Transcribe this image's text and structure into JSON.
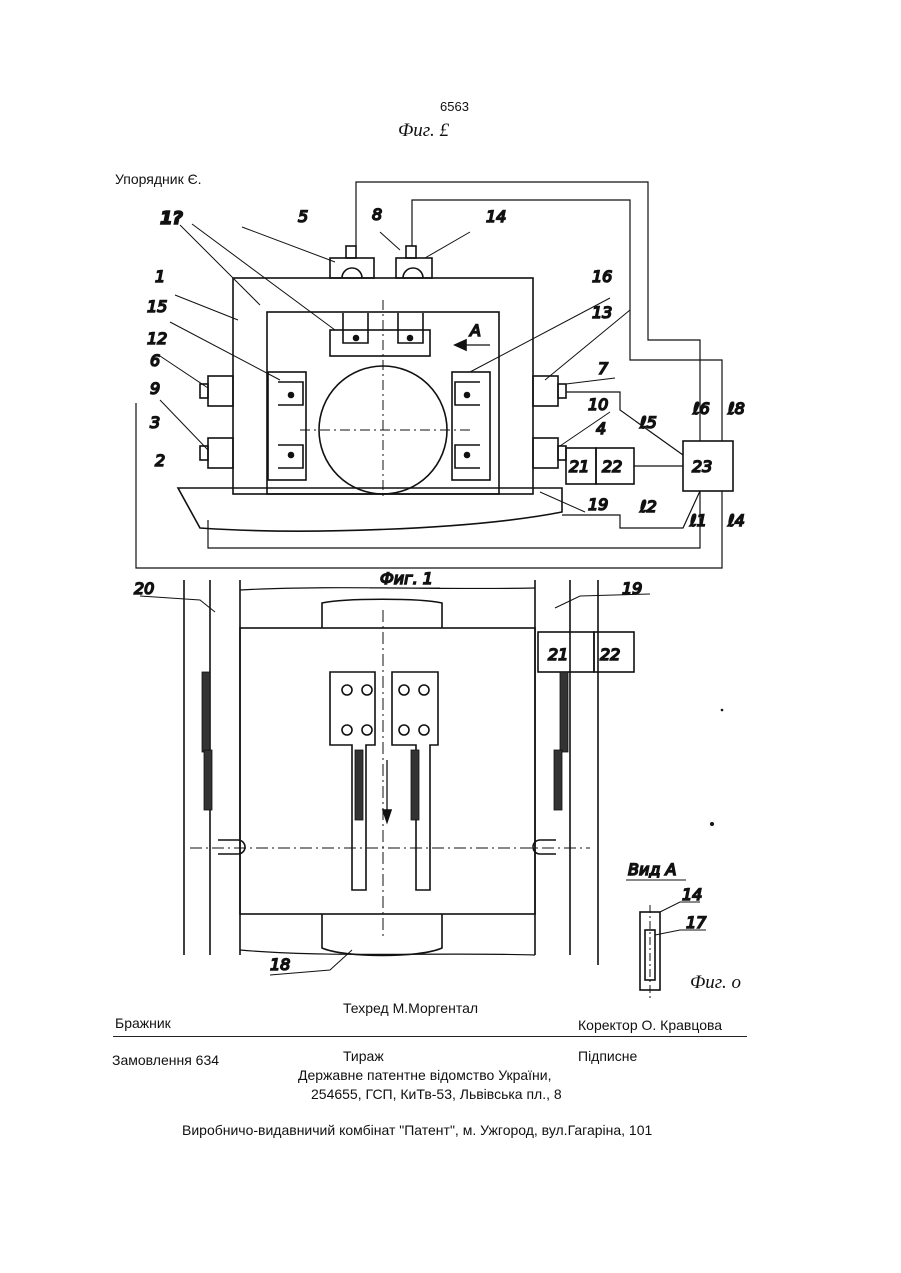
{
  "header": {
    "page_number": "6563",
    "figure_caption_top": "Фиг. £",
    "compiler": "Упорядник Є."
  },
  "drawing": {
    "fig1_labels": [
      "1?",
      "5",
      "8",
      "14",
      "1",
      "15",
      "12",
      "6",
      "9",
      "3",
      "2",
      "16",
      "13",
      "7",
      "10",
      "4",
      "A",
      "21",
      "22",
      "23",
      "19"
    ],
    "signal_labels": [
      "ℓ6",
      "ℓ8",
      "ℓ5",
      "ℓ2",
      "ℓ1",
      "ℓ4"
    ],
    "fig1_caption": "Фиг. 1",
    "fig2_labels": [
      "20",
      "19",
      "21",
      "22",
      "18"
    ],
    "view_a_caption": "Вид А",
    "view_a_labels": [
      "14",
      "17"
    ],
    "fig_o_caption": "Фиг. о"
  },
  "footer": {
    "techred": "Техред М.Моргентал",
    "author": "Бражник",
    "corrector": "Коректор  О. Кравцова",
    "order": "Замовлення 634",
    "circulation": "Тираж",
    "subscription": "Підписне",
    "office_line1": "Державне патентне відомство України,",
    "office_line2": "254655, ГСП, КиТв-53, Львівська пл., 8",
    "printer": "Виробничо-видавничий комбінат   \"Патент\", м. Ужгород, вул.Гагаріна, 101"
  }
}
